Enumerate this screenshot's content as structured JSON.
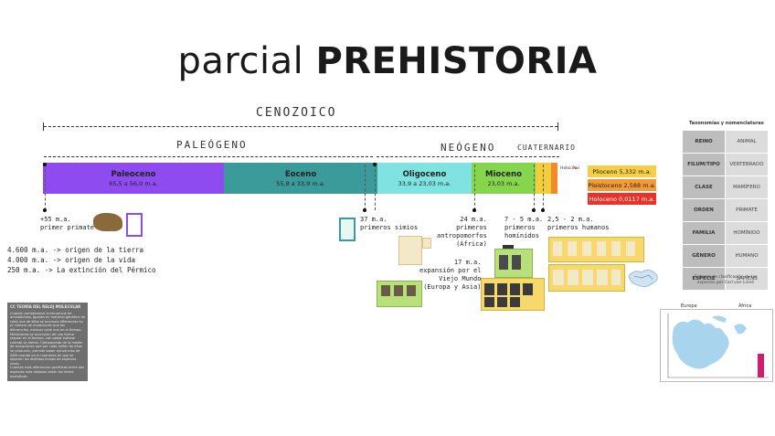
{
  "title": {
    "part1": "parcial ",
    "part2": "PREHISTORIA"
  },
  "eras": {
    "cenozoico": "CENOZOICO",
    "paleogeno": "PALEÓGENO",
    "neogeno": "NEÓGENO",
    "cuaternario": "CUATERNARIO"
  },
  "epochs": [
    {
      "name": "Paleoceno",
      "range": "65,5 a 56,0 m.a.",
      "color": "#8e4cf0"
    },
    {
      "name": "Eoceno",
      "range": "55,8 a 33,9 m.a.",
      "color": "#3a9b9a"
    },
    {
      "name": "Oligoceno",
      "range": "33,9 a 23,03 m.a.",
      "color": "#7fe3e2"
    },
    {
      "name": "Mioceno",
      "range": "23,03 m.a.",
      "color": "#85d64c"
    },
    {
      "name": "",
      "range": "",
      "color": "#f2cf3a"
    },
    {
      "name": "",
      "range": "",
      "color": "#f08a2b"
    }
  ],
  "quaternary_boxes": [
    {
      "text": "Plioceno 5,332 m.a.",
      "color": "#f6cf44"
    },
    {
      "text": "Pleistoceno 2,588 m.a.",
      "color": "#f49a37"
    },
    {
      "text": "Holoceno 0,0117 m.a.",
      "color": "#e8322a"
    }
  ],
  "holoceno_tag": "Holoceno",
  "events": {
    "e1": "+55 m.a.\nprimer primate",
    "e2": "37 m.a.\nprimeros simios",
    "e3": "24 m.a.\nprimeros\nantropomorfos\n(África)",
    "e4": "17 m.a.\nexpansión por el\nViejo Mundo\n(Europa y Asia)",
    "e5": "7 - 5 m.a.\nprimeros\nhomínidos",
    "e6": "2,5 - 2 m.a.\nprimeros humanos"
  },
  "origins": [
    "4.600 m.a. -> origen de la tierra",
    "4.000 m.a. -> origen de la vida",
    "250 m.a. -> La extinción del Pérmico"
  ],
  "note_box": {
    "heading": "CC TEORÍA DEL RELOJ MOLECULAR",
    "body": "Cuando comparamos la secuencia de aminoácidos, iguales en material genético de cada una de ellas se acumula diferencias en el número de mutaciones que las diferencian, estimar cada una en el tiempo. Mutaciones se acumulan de una forma regular en el tiempo, con poder estimar cuándo se dieron. Comparando de la media de mutaciones que por cada millón de años se producen, permite saber secuencias de ADN cuando en el momento en que se separan los distintos linajes de especies vivas.\nCuantas más diferencias genéticas entre dos especies más alejadas están las líneas evolutivas."
  },
  "taxonomy": {
    "title": "Taxonomías y nomenclaturas",
    "rows": [
      [
        "REINO",
        "ANIMAL"
      ],
      [
        "FILUM/TIPO",
        "VERTEBRADO"
      ],
      [
        "CLASE",
        "MAMÍFERO"
      ],
      [
        "ORDEN",
        "PRIMATE"
      ],
      [
        "FAMILIA",
        "HOMÍNIDO"
      ],
      [
        "GÉNERO",
        "HUMANO"
      ],
      [
        "ESPECIE",
        "SAPIENS"
      ]
    ],
    "caption": "Sistema de clasificación de las especies por Carl von Linné"
  },
  "map_labels": {
    "left": "Europa",
    "right": "África"
  }
}
